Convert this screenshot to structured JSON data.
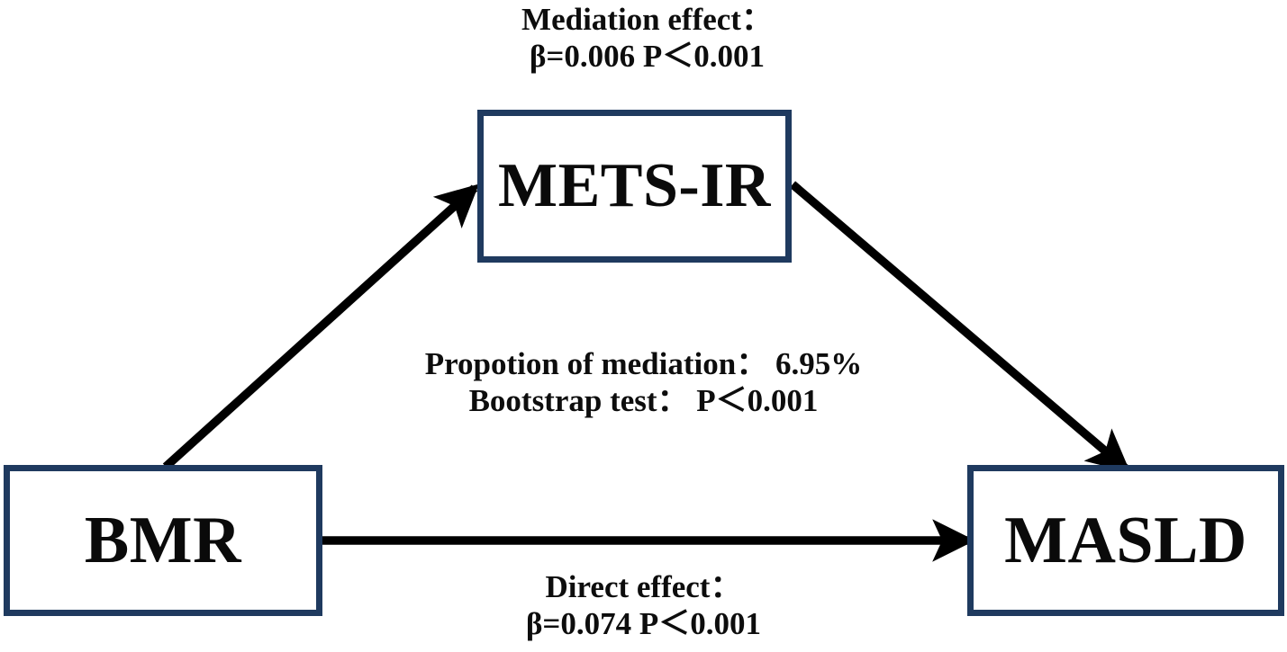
{
  "diagram": {
    "type": "mediation-path-diagram",
    "background_color": "#ffffff",
    "box_border_color": "#1f3a5f",
    "arrow_color": "#000000",
    "nodes": [
      {
        "id": "metsir",
        "label": "METS-IR"
      },
      {
        "id": "bmr",
        "label": "BMR"
      },
      {
        "id": "masld",
        "label": "MASLD"
      }
    ],
    "annotations": {
      "mediation": {
        "line1": "Mediation effect：",
        "line2": "β=0.006  P＜0.001"
      },
      "proportion": {
        "line1": "Propotion of mediation：  6.95%",
        "line2": "Bootstrap test：  P＜0.001"
      },
      "direct": {
        "line1": "Direct effect：",
        "line2": "β=0.074  P＜0.001"
      }
    },
    "edges": [
      {
        "id": "bmr-to-metsir",
        "from": "BMR",
        "to": "METS-IR",
        "style": "solid-arrow-diagonal-up"
      },
      {
        "id": "metsir-to-masld",
        "from": "METS-IR",
        "to": "MASLD",
        "style": "solid-arrow-diagonal-down"
      },
      {
        "id": "bmr-to-masld",
        "from": "BMR",
        "to": "MASLD",
        "style": "solid-arrow-horizontal"
      }
    ]
  }
}
